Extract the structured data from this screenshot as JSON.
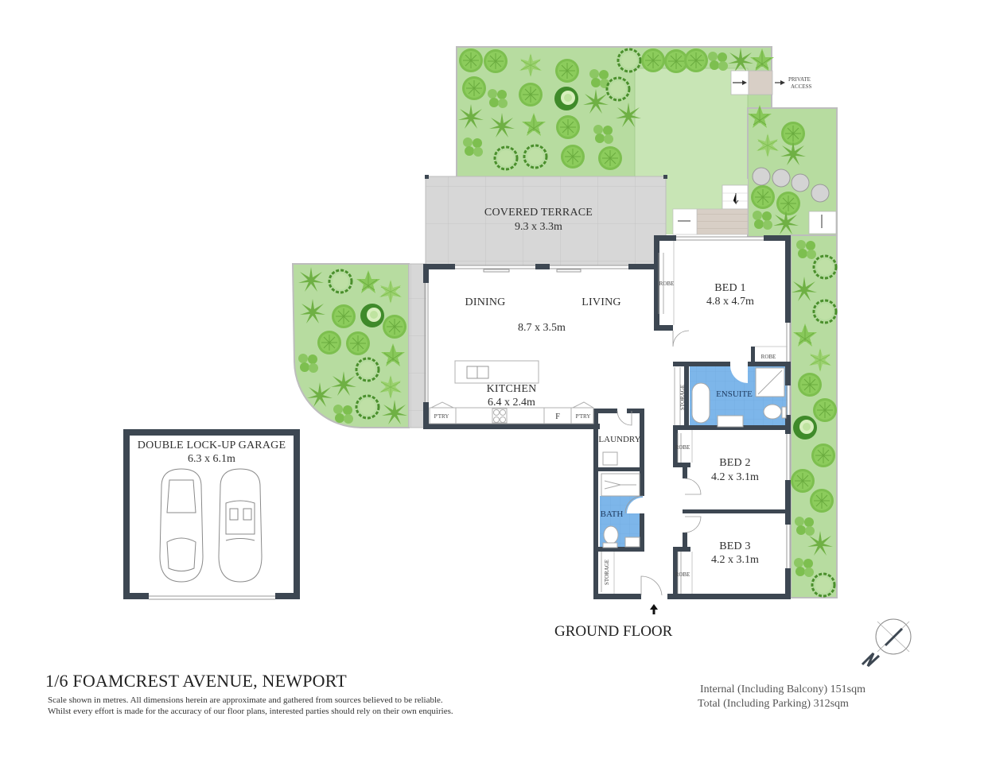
{
  "plan": {
    "title": "GROUND FLOOR",
    "address": "1/6 FOAMCREST AVENUE, NEWPORT",
    "disclaimer": [
      "Scale shown in metres. All dimensions herein are approximate and gathered from sources believed to be  reliable.",
      "Whilst every effort is made for the accuracy of our floor plans, interested parties should rely on their own enquiries."
    ],
    "areas": {
      "internal": "Internal (Including Balcony)  151sqm",
      "total": "Total (Including Parking) 312sqm"
    },
    "private_access": [
      "PRIVATE",
      "ACCESS"
    ],
    "compass": "north-arrow"
  },
  "rooms": {
    "covered_terrace": {
      "name": "COVERED TERRACE",
      "dims": "9.3 x 3.3m"
    },
    "dining": {
      "name": "DINING"
    },
    "living": {
      "name": "LIVING",
      "dims": "8.7 x 3.5m"
    },
    "kitchen": {
      "name": "KITCHEN",
      "dims": "6.4 x 2.4m"
    },
    "bed1": {
      "name": "BED 1",
      "dims": "4.8 x 4.7m"
    },
    "bed2": {
      "name": "BED 2",
      "dims": "4.2 x 3.1m"
    },
    "bed3": {
      "name": "BED 3",
      "dims": "4.2 x 3.1m"
    },
    "ensuite": {
      "name": "ENSUITE"
    },
    "laundry": {
      "name": "LAUNDRY"
    },
    "bath": {
      "name": "BATH"
    },
    "garage": {
      "name": "DOUBLE LOCK-UP GARAGE",
      "dims": "6.3 x 6.1m"
    }
  },
  "small_labels": {
    "robe": "ROBE",
    "storage": "STORAGE",
    "pantry": "P'TRY",
    "fridge": "F"
  },
  "colors": {
    "wall": "#3d4752",
    "garden": "#b7dca0",
    "lawn": "#c5e3b0",
    "terrace": "#d6d6d6",
    "wet_area": "#7cb5ea",
    "plant_dark": "#5a9e3a",
    "plant_light": "#8cc763"
  }
}
